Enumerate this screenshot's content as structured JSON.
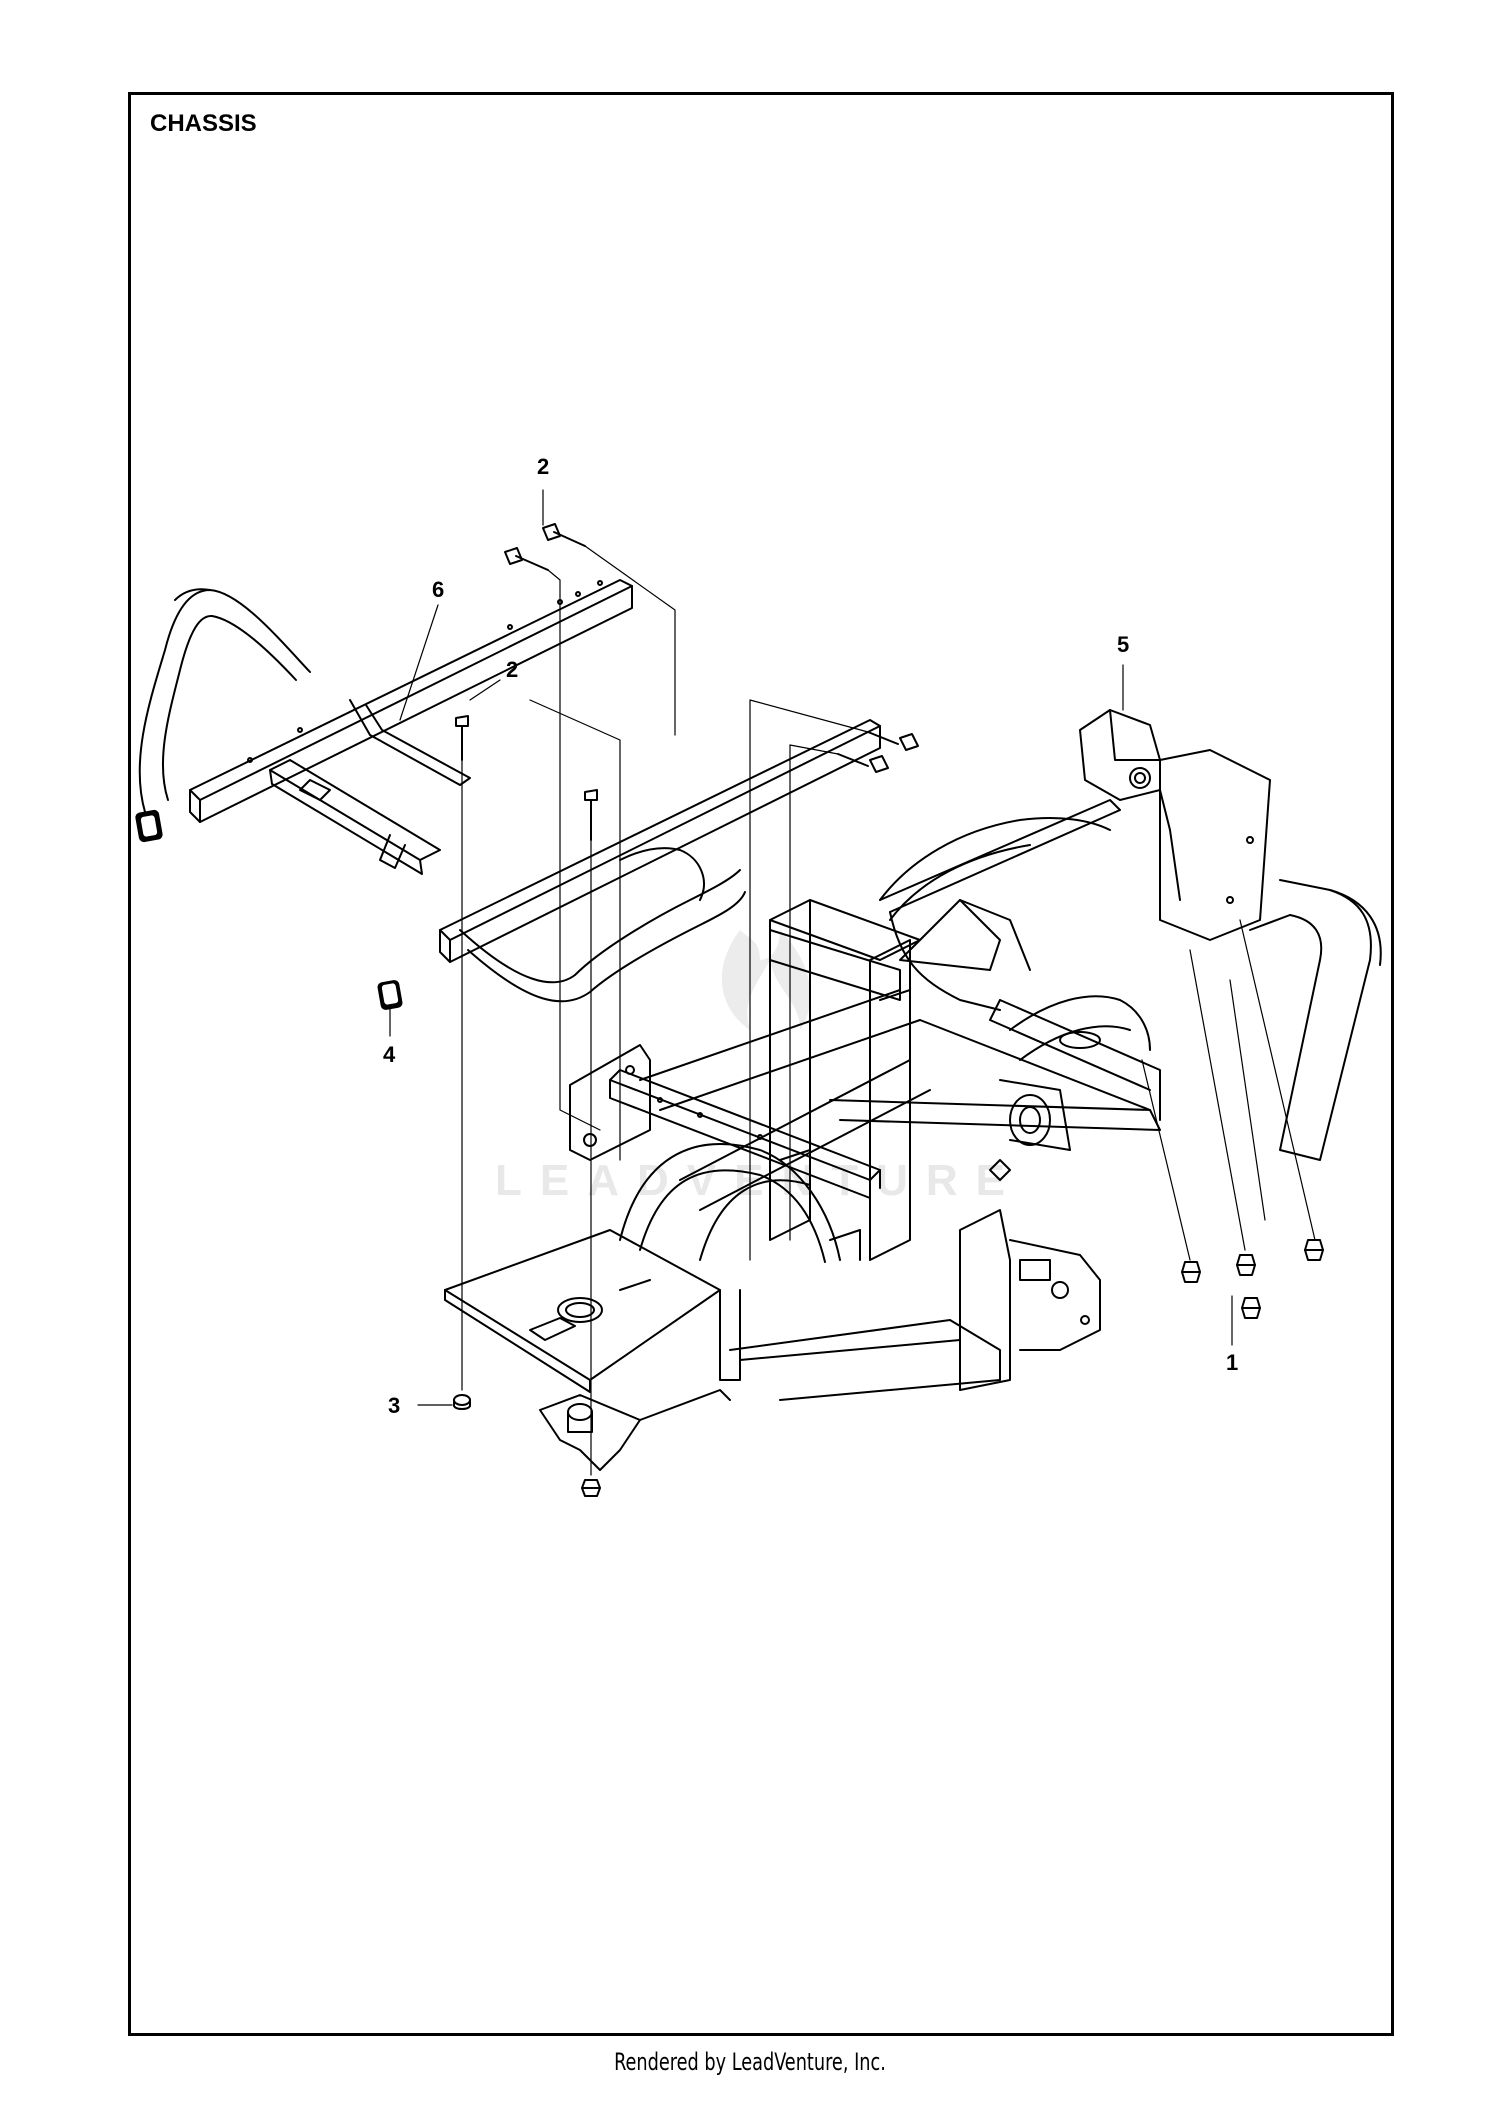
{
  "header": {
    "title": "CHASSIS"
  },
  "callouts": [
    "2",
    "6",
    "2",
    "5",
    "4",
    "1",
    "3"
  ],
  "watermark": "LEADVENTURE",
  "footer": {
    "text": "Rendered by LeadVenture, Inc."
  },
  "colors": {
    "line": "#000000",
    "background": "#ffffff",
    "watermark": "#e8e8e8"
  }
}
